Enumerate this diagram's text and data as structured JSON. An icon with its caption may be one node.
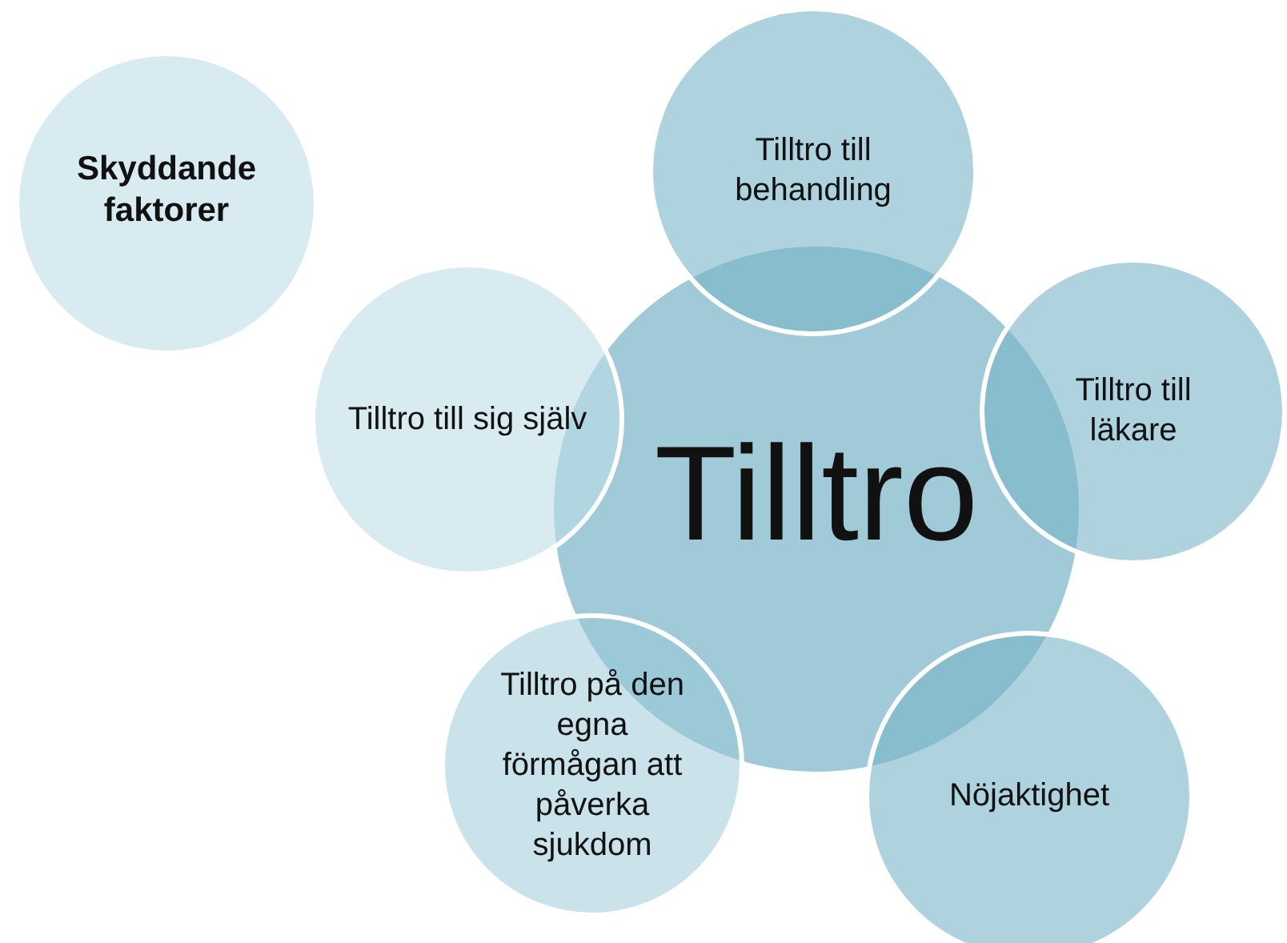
{
  "diagram": {
    "nodes": [
      {
        "text": [
          "Skyddande faktorer"
        ]
      },
      {
        "text": [
          "Tilltro"
        ]
      },
      {
        "text": [
          "Tilltro till behandling"
        ]
      },
      {
        "text": [
          "Tilltro till läkare"
        ]
      },
      {
        "text": [
          "Tilltro till sig själv"
        ]
      },
      {
        "text": [
          "Tilltro på den egna förmågan att påverka sjukdom"
        ]
      },
      {
        "text": [
          "Nöjaktighet"
        ]
      }
    ],
    "edges": []
  }
}
